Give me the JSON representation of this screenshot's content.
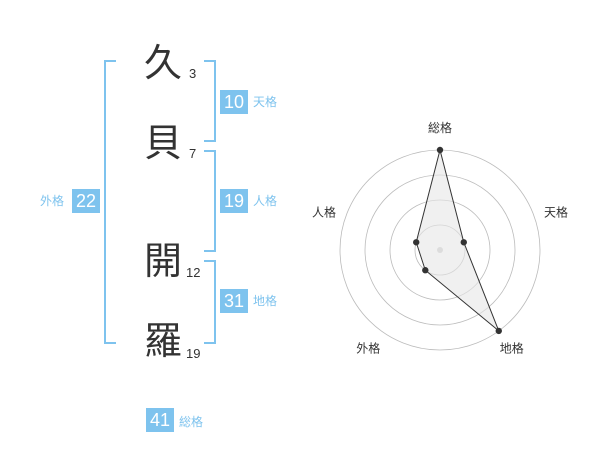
{
  "name": {
    "chars": [
      {
        "char": "久",
        "strokes": "3"
      },
      {
        "char": "貝",
        "strokes": "7"
      },
      {
        "char": "開",
        "strokes": "12"
      },
      {
        "char": "羅",
        "strokes": "19"
      }
    ]
  },
  "fortunes": {
    "tenkaku": {
      "value": "10",
      "label": "天格"
    },
    "jinkaku": {
      "value": "19",
      "label": "人格"
    },
    "chikaku": {
      "value": "31",
      "label": "地格"
    },
    "gaikaku": {
      "value": "22",
      "label": "外格"
    },
    "soukaku": {
      "value": "41",
      "label": "総格"
    }
  },
  "chart_data": {
    "type": "radar",
    "axes": [
      "総格",
      "天格",
      "地格",
      "外格",
      "人格"
    ],
    "values": [
      4,
      1,
      4,
      1,
      1
    ],
    "range": [
      0,
      4
    ],
    "rings": 4,
    "colors": {
      "line": "#333333",
      "fill": "#e6e6e6",
      "grid": "#bbbbbb",
      "center": "#cccccc"
    }
  }
}
